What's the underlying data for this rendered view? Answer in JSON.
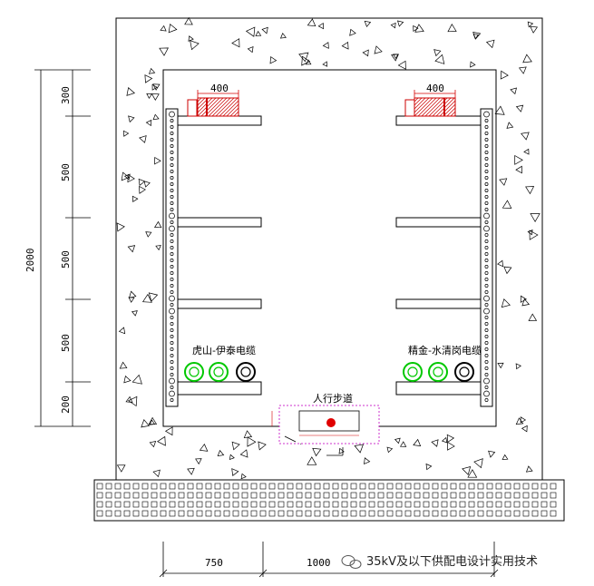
{
  "dimensions": {
    "vertical_total": "2000",
    "vertical_segments": [
      "300",
      "500",
      "500",
      "500",
      "200"
    ],
    "horizontal_segments": [
      "750",
      "1000"
    ],
    "tray_width": "400"
  },
  "labels": {
    "left_cable_group": "虎山-伊泰电缆",
    "right_cable_group": "精金-水清岗电缆",
    "walkway": "人行步道"
  },
  "watermark": "35kV及以下供配电设计实用技术",
  "colors": {
    "line": "#000000",
    "dimension_red": "#d40000",
    "hatch_red": "#cc0000",
    "cable_green": "#00c800",
    "walkway_magenta": "#cc33cc"
  }
}
